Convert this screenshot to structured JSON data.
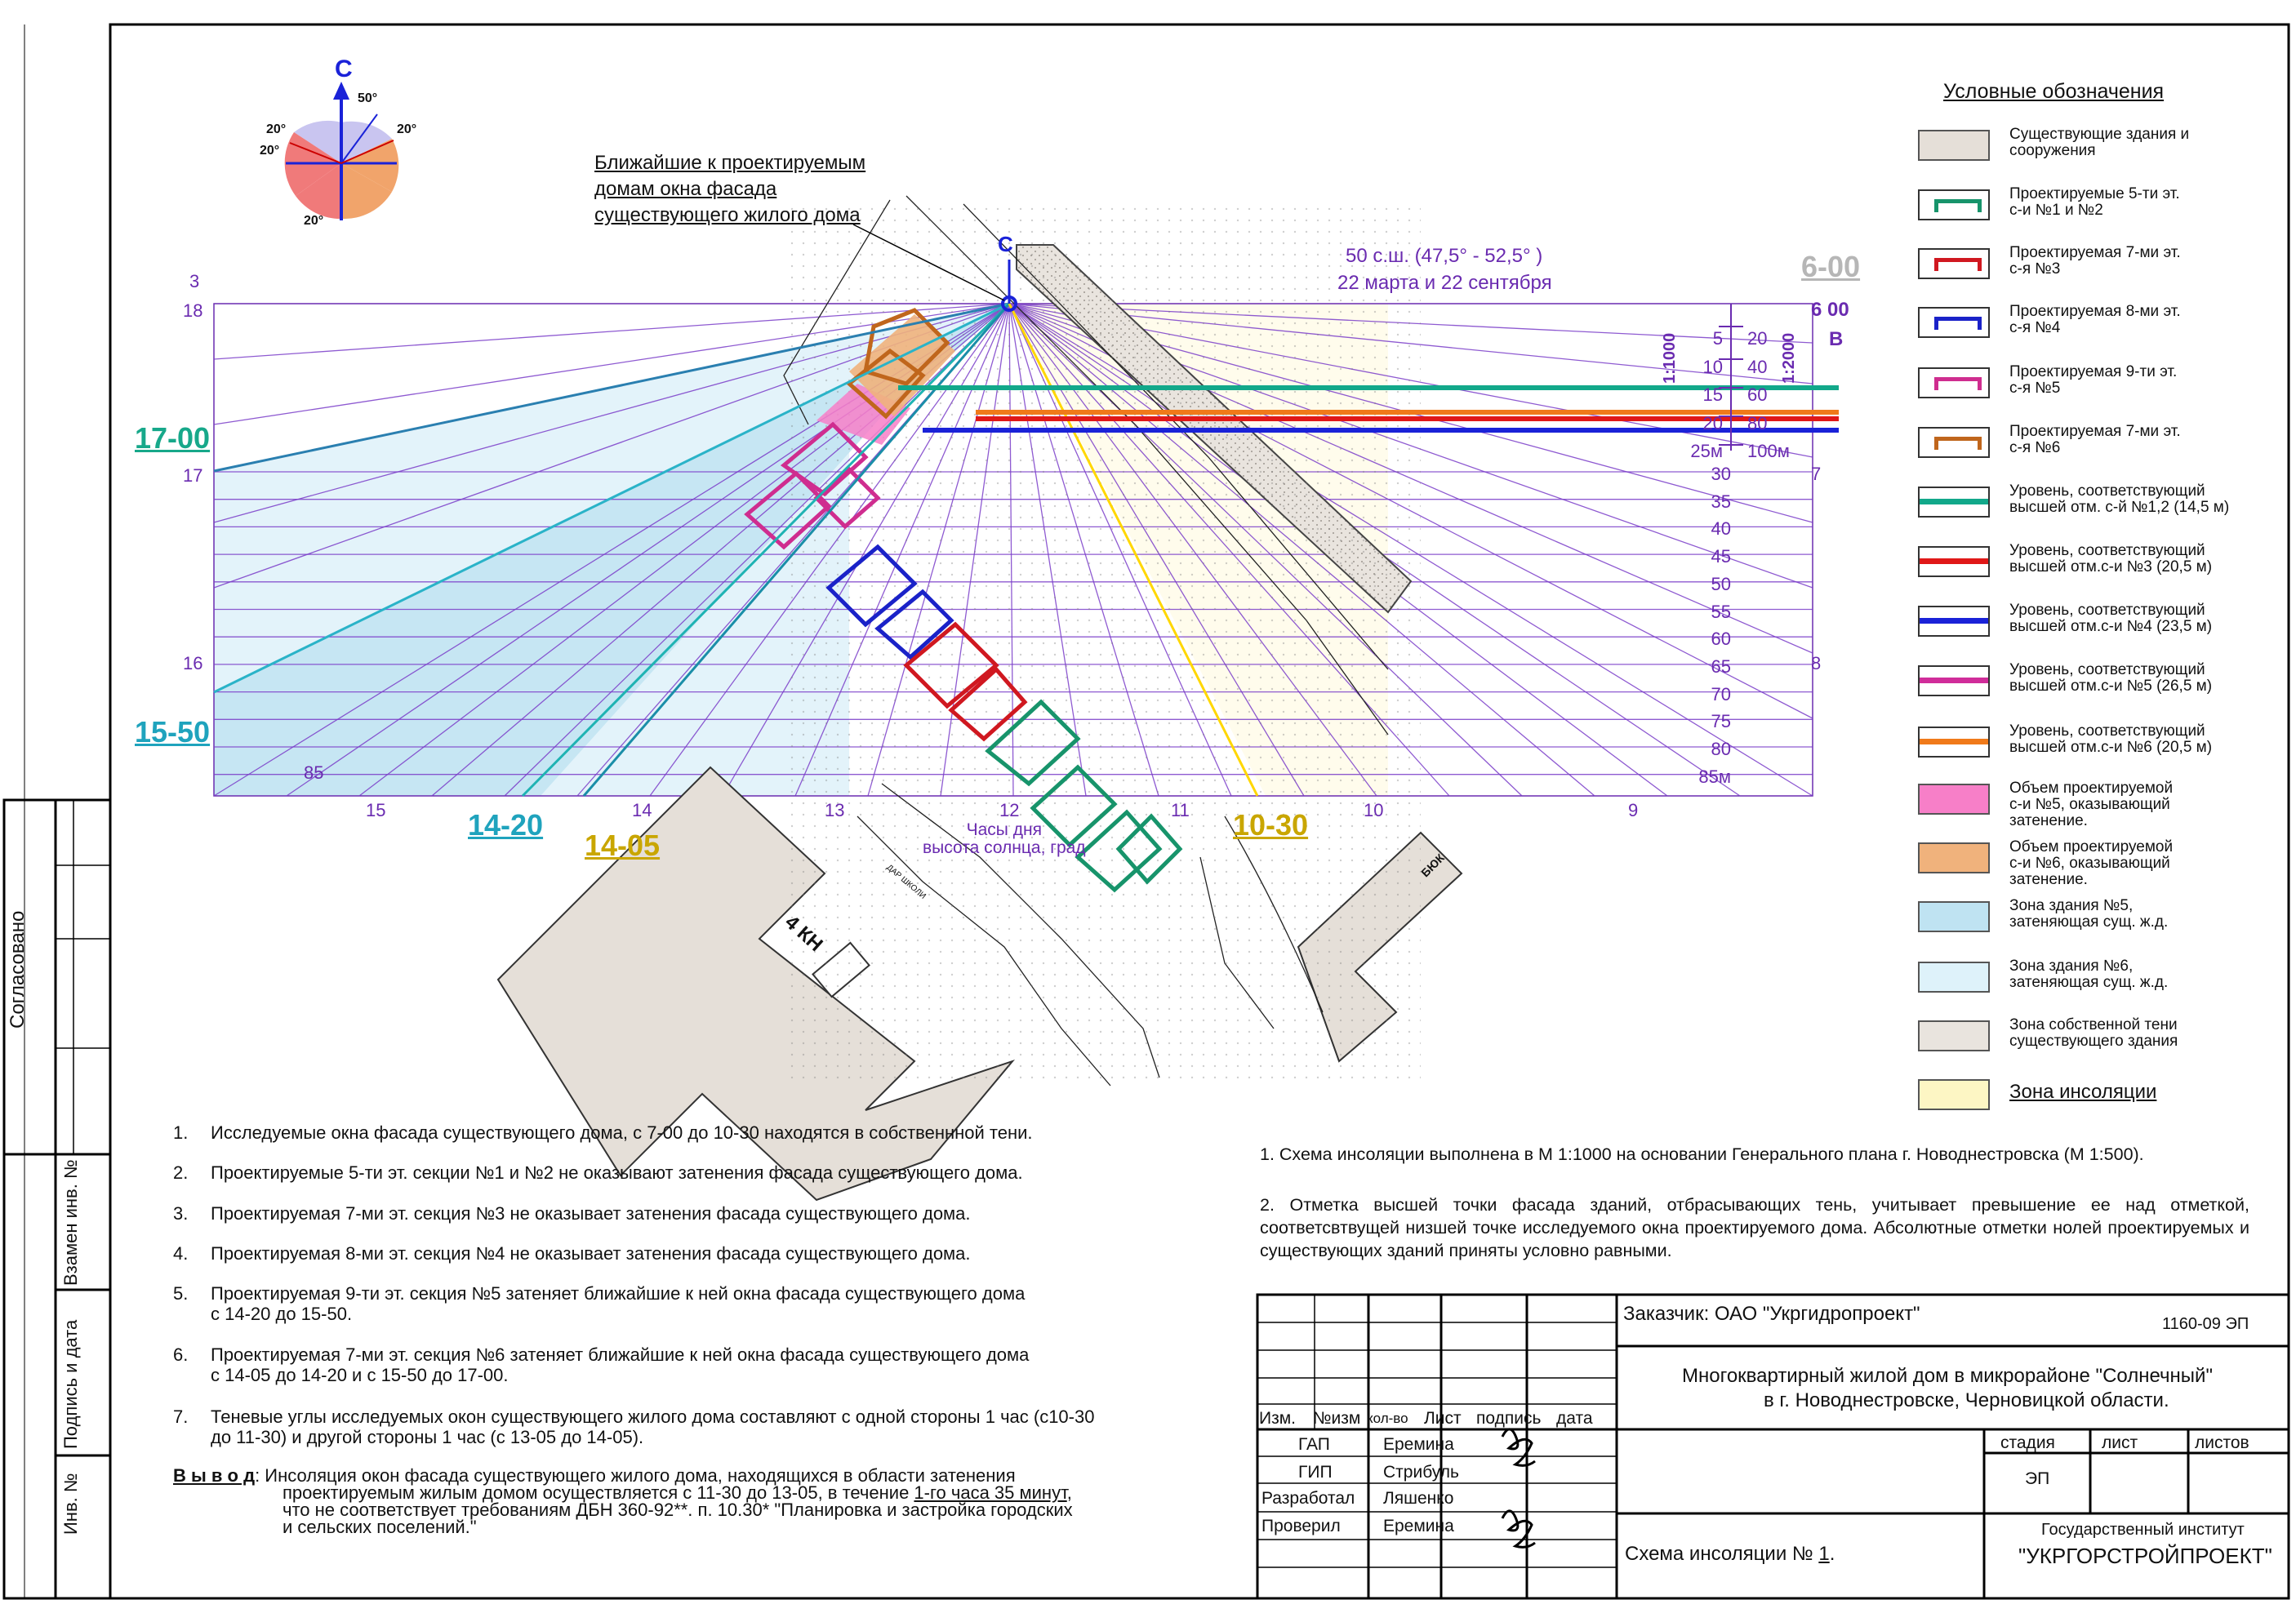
{
  "compass": {
    "north": "С",
    "angles": [
      "50°",
      "20°",
      "20°",
      "20°",
      "20°"
    ]
  },
  "window_note": "Ближайшие к проектируемым\nдомам окна фасада\nсуществующего жилого дома",
  "latitude": {
    "line1": "50 с.ш. (47,5° - 52,5° )",
    "line2": "22 марта и 22 сентября"
  },
  "north_point_label": "С",
  "clock_label": "Часы дня\nвысота солнца, град",
  "time_labels": {
    "t1700": "17-00",
    "t1550": "15-50",
    "t1420": "14-20",
    "t1405": "14-05",
    "t1030": "10-30",
    "t600": "6-00"
  },
  "hour_numbers": {
    "left_top": "3",
    "left_18": "18",
    "left_17": "17",
    "left_16": "16",
    "left_85": "85",
    "bottom": [
      "15",
      "14",
      "13",
      "12",
      "11",
      "10",
      "9"
    ],
    "right_600": "6 00",
    "right_B": "В",
    "right_7": "7",
    "right_8": "8"
  },
  "scale": {
    "s1000": "1:1000",
    "s2000": "1:2000",
    "col1": [
      "5",
      "10",
      "15",
      "20",
      "25м"
    ],
    "col2": [
      "20",
      "40",
      "60",
      "80",
      "100м"
    ],
    "heights": [
      "30",
      "35",
      "40",
      "45",
      "50",
      "55",
      "60",
      "65",
      "70",
      "75",
      "80",
      "85м"
    ]
  },
  "building_labels": {
    "kn4": "4 КН",
    "bok": "БЮК",
    "road": "ДАР ШКОЛИ"
  },
  "legend": {
    "title": "Условные обозначения",
    "items": [
      {
        "text": "Существующие здания и\nсооружения",
        "kind": "fill",
        "color": "#e5dfd8"
      },
      {
        "text": "Проектируемые 5-ти эт.\nс-и №1 и №2",
        "kind": "outline",
        "color": "#17946b"
      },
      {
        "text": "Проектируемая 7-ми эт.\nс-я №3",
        "kind": "outline",
        "color": "#d01820"
      },
      {
        "text": "Проектируемая 8-ми эт.\nс-я №4",
        "kind": "outline",
        "color": "#1a22c8"
      },
      {
        "text": "Проектируемая 9-ти эт.\nс-я №5",
        "kind": "outline",
        "color": "#cf2d8f"
      },
      {
        "text": "Проектируемая 7-ми эт.\nс-я №6",
        "kind": "outline",
        "color": "#c0661c"
      },
      {
        "text": "Уровень, соответствующий\nвысшей отм. с-й №1,2 (14,5 м)",
        "kind": "line",
        "color": "#12a88a"
      },
      {
        "text": "Уровень, соответствующий\nвысшей отм.с-и №3 (20,5 м)",
        "kind": "line",
        "color": "#e01818"
      },
      {
        "text": "Уровень, соответствующий\nвысшей отм.с-и №4 (23,5 м)",
        "kind": "line",
        "color": "#1a22d8"
      },
      {
        "text": "Уровень, соответствующий\nвысшей отм.с-и №5 (26,5 м)",
        "kind": "line",
        "color": "#d02d9a"
      },
      {
        "text": "Уровень, соответствующий\nвысшей отм.с-и №6 (20,5 м)",
        "kind": "line",
        "color": "#f07a1a"
      },
      {
        "text": "Объем проектируемой\nс-и №5, оказывающий\nзатенение.",
        "kind": "fill",
        "color": "#f77fc8"
      },
      {
        "text": "Объем проектируемой\nс-и №6, оказывающий\nзатенение.",
        "kind": "fill",
        "color": "#f0b27c"
      },
      {
        "text": "Зона здания №5,\nзатеняющая сущ. ж.д.",
        "kind": "fill",
        "color": "#bfe3f2"
      },
      {
        "text": "Зона здания №6,\nзатеняющая сущ. ж.д.",
        "kind": "fill",
        "color": "#def2fa"
      },
      {
        "text": "Зона собственной тени\nсуществующего здания",
        "kind": "fill",
        "color": "#e9e4de"
      },
      {
        "text": "Зона инсоляции",
        "kind": "fill",
        "color": "#fdf6c4"
      }
    ]
  },
  "notes": [
    {
      "n": "1.",
      "text": "Исследуемые окна фасада существующего дома, с 7-00 до 10-30 находятся в собственнной тени."
    },
    {
      "n": "2.",
      "text": "Проектируемые 5-ти эт. секции №1 и №2 не оказывают затенения фасада существующего дома."
    },
    {
      "n": "3.",
      "text": "Проектируемая 7-ми эт. секция №3 не оказывает затенения фасада существующего дома."
    },
    {
      "n": "4.",
      "text": "Проектируемая 8-ми эт. секция №4 не оказывает затенения фасада существующего дома."
    },
    {
      "n": "5.",
      "text": "Проектируемая 9-ти эт. секция №5 затеняет ближайшие к ней окна фасада существующего дома\nс 14-20 до 15-50."
    },
    {
      "n": "6.",
      "text": "Проектируемая 7-ми эт. секция №6 затеняет ближайшие к ней окна фасада существующего дома\nс 14-05 до 14-20 и с 15-50 до 17-00."
    },
    {
      "n": "7.",
      "text": "Теневые углы исследуемых окон существующего жилого дома составляют с одной стороны 1 час (с10-30\nдо 11-30) и другой стороны 1 час (с 13-05 до 14-05)."
    }
  ],
  "conclusion": {
    "label": "В ы в о д",
    "line1": ":  Инсоляция окон фасада существующего жилого дома, находящихся в области затенения",
    "line2a": "проектируемым жилым домом осуществляется с 11-30 до 13-05, в течение ",
    "line2u": "1-го часа 35 минут",
    "line2b": ",",
    "line3": "что не соответствует требованиям ДБН 360-92**. п. 10.30* \"Планировка и застройка городских",
    "line4": "и сельских поселений.\""
  },
  "right_notes": [
    "1. Схема инсоляции выполнена в М 1:1000 на основании Генерального плана г. Новоднестровска (М 1:500).",
    "2. Отметка высшей точки фасада зданий, отбрасывающих тень, учитывает превышение ее над отметкой, соответсвтвущей низшей точке исследуемого окна проектируемого дома. Абсолютные отметки нолей проектируемых и существующих зданий приняты условно равными."
  ],
  "title_block": {
    "customer": "Заказчик: ОАО \"Укргидропроект\"",
    "code": "1160-09 ЭП",
    "project_title_1": "Многоквартирный жилой дом в микрорайоне \"Солнечный\"",
    "project_title_2": "в г. Новоднестровске, Черновицкой области.",
    "headers": {
      "izm": "Изм.",
      "nizm": "№изм",
      "kolvo": "кол-во",
      "list": "Лист",
      "podpis": "подпись",
      "data": "дата"
    },
    "roles": [
      {
        "role": "ГАП",
        "name": "Еремина"
      },
      {
        "role": "ГИП",
        "name": "Стрибуль"
      },
      {
        "role": "Разработал",
        "name": "Ляшенко"
      },
      {
        "role": "Проверил",
        "name": "Еремина"
      }
    ],
    "stage_headers": {
      "stadia": "стадия",
      "list": "лист",
      "listov": "листов"
    },
    "stage": "ЭП",
    "sheet_title_a": "Схема инсоляции № ",
    "sheet_title_n": "1",
    "sheet_title_b": ".",
    "org1": "Государственный институт",
    "org2": "\"УКРГОРСТРОЙПРОЕКТ\""
  },
  "side_stamp": {
    "soglasovano": "Согласовано",
    "vzamen": "Взамен инв. №",
    "podpis": "Подпись и дата",
    "inv": "Инв. №"
  }
}
